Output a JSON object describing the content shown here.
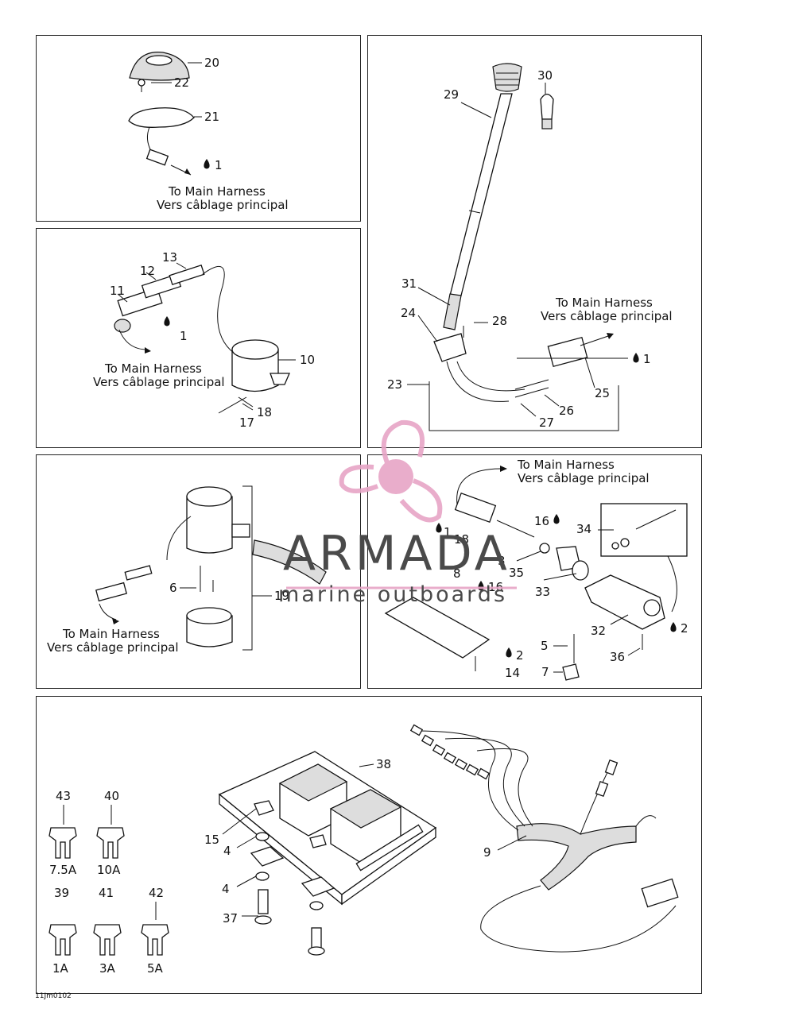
{
  "panels": {
    "p1": {
      "caption_en": "To Main Harness",
      "caption_fr": "Vers câblage principal",
      "labels": {
        "a": "20",
        "b": "22",
        "c": "21",
        "d": "1"
      }
    },
    "p2": {
      "caption_en": "To Main Harness",
      "caption_fr": "Vers câblage principal",
      "labels": {
        "a": "13",
        "b": "12",
        "c": "11",
        "d": "1",
        "e": "10",
        "f": "18",
        "g": "17"
      }
    },
    "p3": {
      "caption_en": "To Main Harness",
      "caption_fr": "Vers câblage principal",
      "labels": {
        "a": "30",
        "b": "29",
        "c": "31",
        "d": "24",
        "e": "28",
        "f": "23",
        "g": "1",
        "h": "25",
        "i": "26",
        "j": "27"
      }
    },
    "p4": {
      "caption_en": "To Main Harness",
      "caption_fr": "Vers câblage principal",
      "labels": {
        "a": "6",
        "b": "19"
      }
    },
    "p5": {
      "caption_en": "To Main Harness",
      "caption_fr": "Vers câblage principal",
      "labels": {
        "a": "1",
        "b": "18",
        "c": "16",
        "d": "34",
        "e": "3",
        "f": "35",
        "g": "8",
        "h": "16",
        "i": "33",
        "j": "2",
        "k": "32",
        "l": "5",
        "m": "36",
        "n": "2",
        "o": "14",
        "p": "7"
      }
    },
    "p6": {
      "labels": {
        "a": "38",
        "b": "15",
        "c": "4",
        "d": "4",
        "e": "37",
        "f": "9"
      },
      "fuses": [
        {
          "num": "43",
          "rating": "7.5A"
        },
        {
          "num": "40",
          "rating": "10A"
        },
        {
          "num": "39",
          "rating": "1A"
        },
        {
          "num": "41",
          "rating": "3A"
        },
        {
          "num": "42",
          "rating": "5A"
        }
      ]
    }
  },
  "watermark": {
    "brand": "ARMADA",
    "tagline": "marine outboards",
    "color": "#e7a5c6"
  },
  "footer_code": "11Jm0102"
}
